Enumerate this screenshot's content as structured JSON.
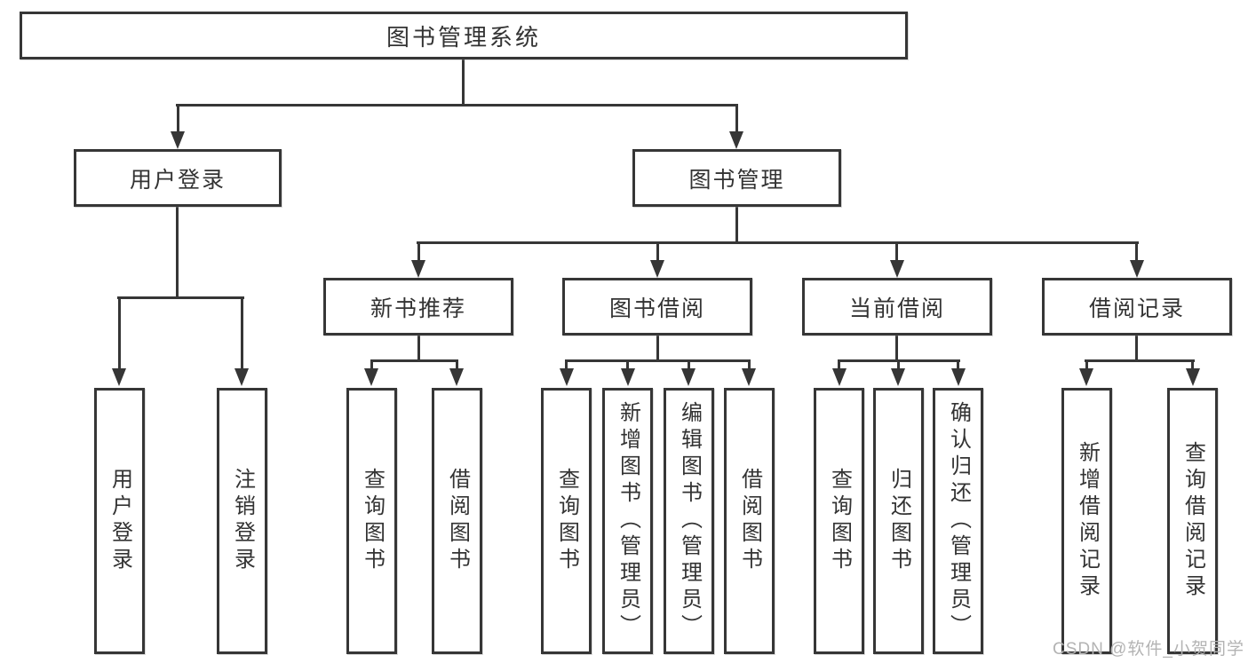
{
  "diagram": {
    "type": "hierarchy",
    "watermark": "CSDN @软件_小贺同学",
    "colors": {
      "line": "#363636",
      "text": "#333333",
      "background": "#ffffff",
      "watermark": "#b3b3b3"
    },
    "tree": {
      "label": "图书管理系统",
      "children": [
        {
          "label": "用户登录",
          "children": [
            {
              "label": "用户登录"
            },
            {
              "label": "注销登录"
            }
          ]
        },
        {
          "label": "图书管理",
          "children": [
            {
              "label": "新书推荐",
              "children": [
                {
                  "label": "查询图书"
                },
                {
                  "label": "借阅图书"
                }
              ]
            },
            {
              "label": "图书借阅",
              "children": [
                {
                  "label": "查询图书"
                },
                {
                  "label": "新增图书（管理员）"
                },
                {
                  "label": "编辑图书（管理员）"
                },
                {
                  "label": "借阅图书"
                }
              ]
            },
            {
              "label": "当前借阅",
              "children": [
                {
                  "label": "查询图书"
                },
                {
                  "label": "归还图书"
                },
                {
                  "label": "确认归还（管理员）"
                }
              ]
            },
            {
              "label": "借阅记录",
              "children": [
                {
                  "label": "新增借阅记录"
                },
                {
                  "label": "查询借阅记录"
                }
              ]
            }
          ]
        }
      ]
    }
  }
}
